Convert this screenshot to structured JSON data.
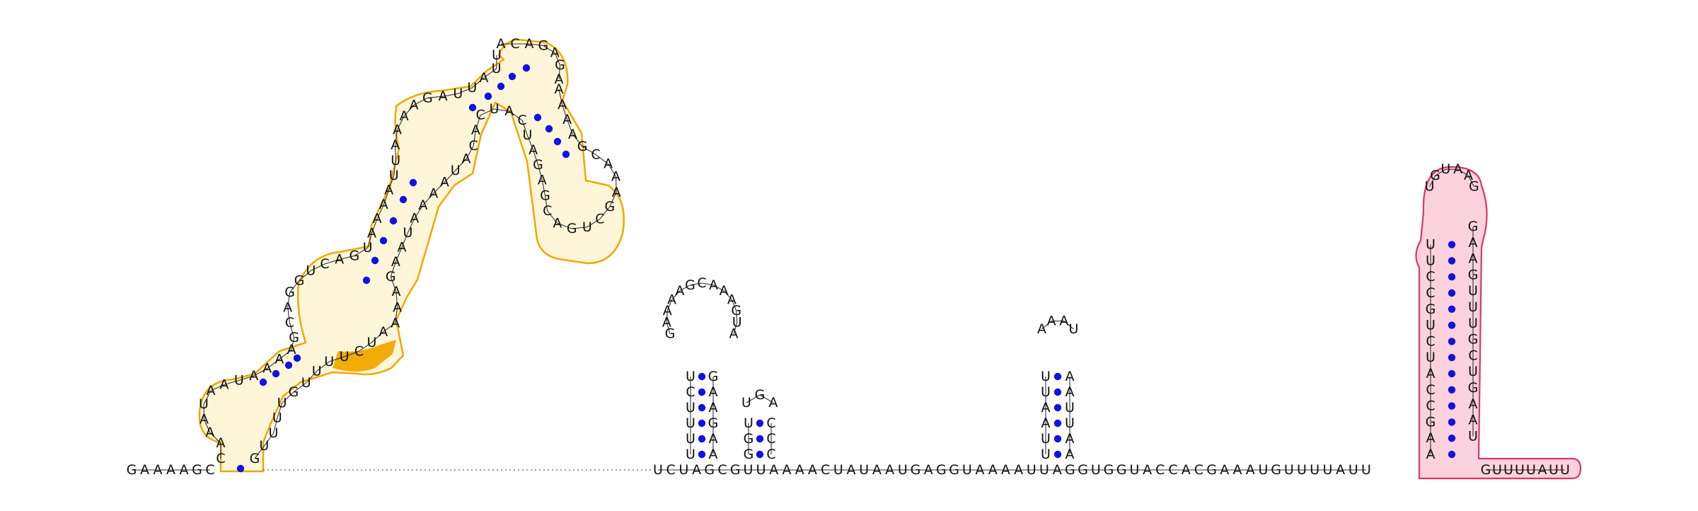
{
  "colors": {
    "bases": "#111111",
    "pair_dot": "#1010e8",
    "orange_outline": "#f0a800",
    "orange_fill": "#fff6da",
    "orange_highlight": "#f0a800",
    "pink_outline": "#d8386a",
    "pink_fill": "#fbd2dd"
  },
  "sequence": {
    "left_segment": "GAAAAGC",
    "left_tail": "G",
    "right_segment": "UCUAGCGUUAAAACUAUAAUGAGGUAAAAUUAGGUGGUACCACGAAAUGUUUUAUU"
  },
  "domains": {
    "orange": {
      "strand_up": "CAAAUAAUAAAAGCAGGUCAGUAAAAUUAAAAGAUUAUU",
      "loop_top": "ACAGAGA",
      "strand_down": "AAAAGCAAAGCUGACGAGAUCAUCACAUAAAAUAAGAAAAUCUUUUGUUUUG",
      "highlight_bases": "CUU"
    },
    "pink": {
      "stem_left": "AAGCCAUCUGCCUU",
      "loop": "UGUAAG",
      "stem_right": "GAAGUUUGCUGAAU",
      "tail": "GUUUUAUU"
    }
  },
  "hairpins": {
    "h1": {
      "stem_left": "UUUUCU",
      "loop": "GAAAAGCAAAGUA",
      "stem_right": "GAAGAA"
    },
    "h2": {
      "stem_left": "GGU",
      "loop": "UGA",
      "stem_right": "CCC"
    },
    "h3": {
      "stem_left": "UUAAUU",
      "loop": "AAAU",
      "stem_right": "AAUUAA"
    }
  }
}
